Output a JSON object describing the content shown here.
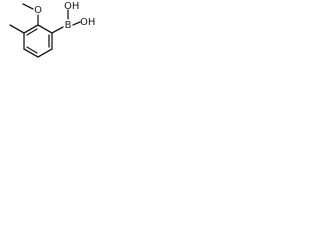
{
  "molecule": {
    "atoms": {
      "boron": "B",
      "oxygen_methoxy": "O",
      "hydroxyl_top": "OH",
      "hydroxyl_bottom": "OH"
    }
  }
}
